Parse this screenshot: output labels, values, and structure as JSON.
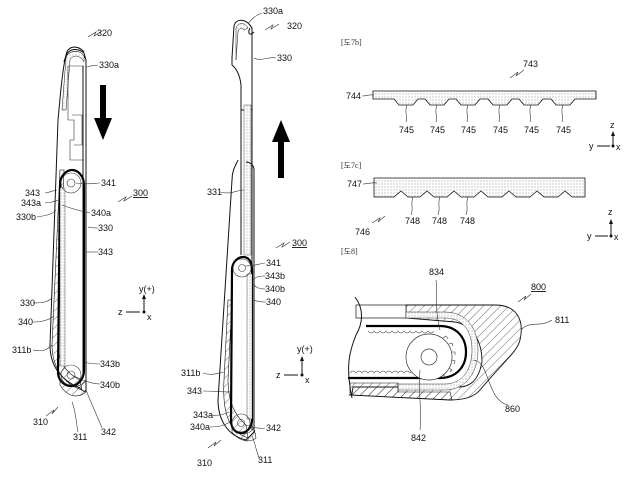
{
  "figures": {
    "fig_a": {
      "ref_numbers": {
        "device": "320",
        "sheet_top": "330a",
        "assembly": "300",
        "roller_top": "341",
        "belt": "343",
        "belt_end_a": "343a",
        "sheet_end_b": "330b",
        "link_end_a": "340a",
        "sheet": "330",
        "belt_right": "343",
        "sheet_left": "330",
        "link": "340",
        "housing_b": "311b",
        "belt_end_b": "343b",
        "link_end_b": "340b",
        "body": "310",
        "housing": "311",
        "roller_bottom": "342"
      },
      "motion_direction": "down",
      "axes": {
        "up": "y(+)",
        "left": "z",
        "out": "x"
      }
    },
    "fig_b": {
      "ref_numbers": {
        "sheet_top": "330a",
        "device": "320",
        "sheet": "330",
        "plate": "331",
        "assembly": "300",
        "roller_top": "341",
        "belt_end_b": "343b",
        "link_end_b": "340b",
        "link": "340",
        "housing_b": "311b",
        "belt": "343",
        "belt_end_a": "343a",
        "link_end_a": "340a",
        "roller_bottom": "342",
        "body": "310",
        "housing": "311"
      },
      "motion_direction": "up",
      "axes": {
        "up": "y(+)",
        "left": "z",
        "out": "x"
      }
    },
    "fig_7b": {
      "header": "[도7b]",
      "ref_numbers": {
        "belt": "743",
        "base": "744",
        "teeth": [
          "745",
          "745",
          "745",
          "745",
          "745",
          "745"
        ]
      },
      "axes": {
        "up": "z",
        "left": "y",
        "out": "x"
      }
    },
    "fig_7c": {
      "header": "[도7c]",
      "ref_numbers": {
        "base": "747",
        "belt": "746",
        "grooves": [
          "748",
          "748",
          "748"
        ]
      },
      "axes": {
        "up": "z",
        "left": "y",
        "out": "x"
      }
    },
    "fig_8": {
      "header": "[도8]",
      "ref_numbers": {
        "assembly": "800",
        "belt": "834",
        "housing": "811",
        "layer": "860",
        "roller": "842"
      }
    }
  }
}
